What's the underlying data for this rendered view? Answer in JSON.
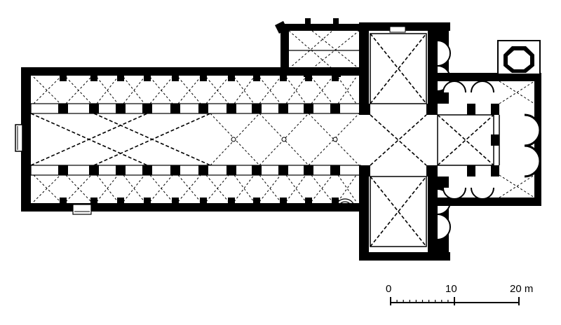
{
  "scale_bar": {
    "label_0": "0",
    "label_10": "10",
    "label_20": "20 m"
  },
  "colors": {
    "ink": "#000000",
    "paper": "#ffffff"
  }
}
